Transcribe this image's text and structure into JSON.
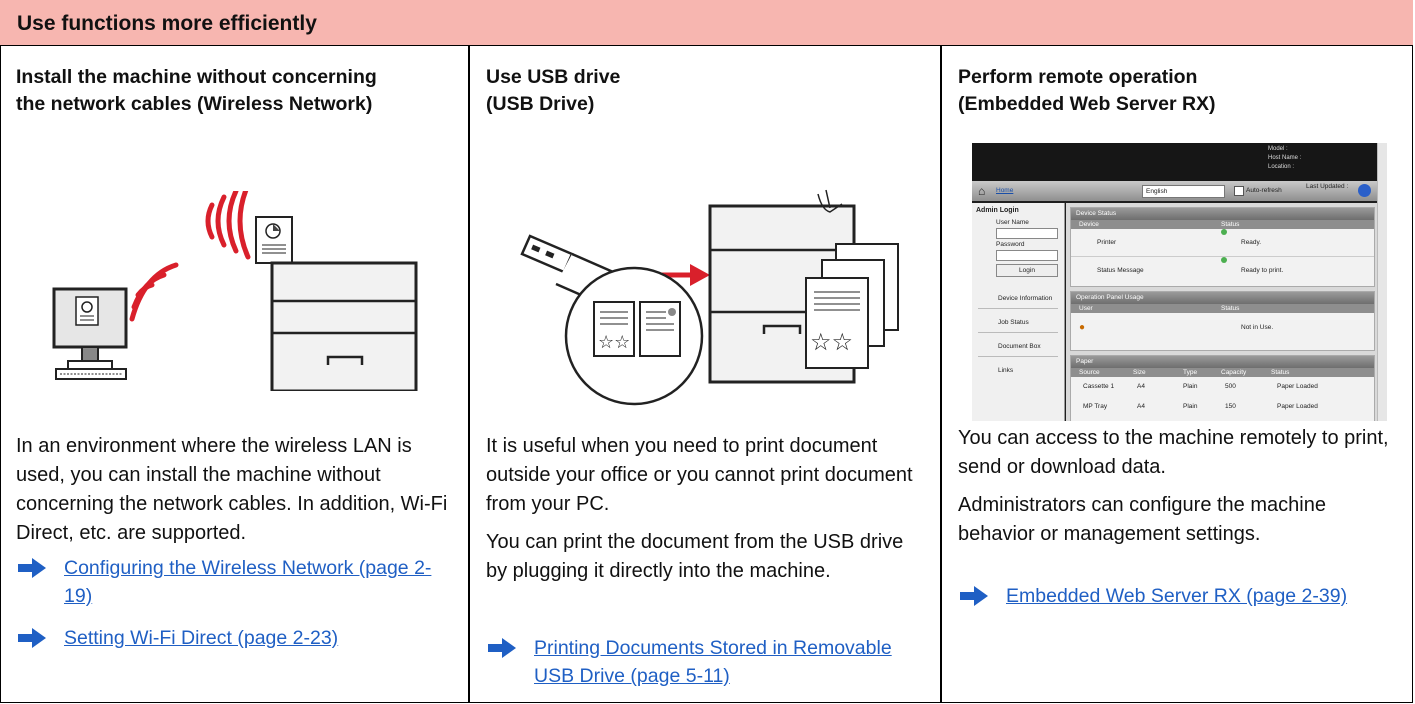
{
  "header": {
    "title": "Use functions more efficiently"
  },
  "columns": [
    {
      "title_line1": "Install the machine without concerning",
      "title_line2": "the network cables (Wireless Network)",
      "paragraphs": [
        "In an environment where the wireless LAN is used, you can install the machine without concerning the network cables. In addition, Wi-Fi Direct, etc. are supported."
      ],
      "links": [
        {
          "text": "Configuring the Wireless Network (page 2-19)"
        },
        {
          "text": "Setting Wi-Fi Direct (page 2-23)"
        }
      ]
    },
    {
      "title_line1": "Use USB drive",
      "title_line2": "(USB Drive)",
      "paragraphs": [
        "It is useful when you need to print document outside your office or you cannot print document from your PC.",
        "You can print the document from the USB drive by plugging it directly into the machine."
      ],
      "links": [
        {
          "text": "Printing Documents Stored in Removable USB Drive (page 5-11)"
        }
      ]
    },
    {
      "title_line1": "Perform remote operation",
      "title_line2": "(Embedded Web Server RX)",
      "paragraphs": [
        "You can access to the machine remotely to print, send or download data.",
        "Administrators can configure the machine behavior or management settings."
      ],
      "links": [
        {
          "text": "Embedded Web Server RX (page 2-39)"
        }
      ]
    }
  ],
  "web_server": {
    "top_info": [
      "Model :",
      "Host Name :",
      "Location :"
    ],
    "home": "Home",
    "language": "English",
    "auto_refresh": "Auto-refresh",
    "last_updated": "Last Updated :",
    "admin_login": "Admin Login",
    "user_name": "User Name",
    "password": "Password",
    "login": "Login",
    "sidebar": [
      "Device Information",
      "Job Status",
      "Document Box",
      "Links"
    ],
    "device_status": {
      "title": "Device Status",
      "col_device": "Device",
      "col_status": "Status",
      "rows": [
        {
          "device": "Printer",
          "status": "Ready."
        },
        {
          "device": "Status Message",
          "status": "Ready to print."
        }
      ]
    },
    "op_panel": {
      "title": "Operation Panel Usage",
      "col_user": "User",
      "col_status": "Status",
      "status": "Not in Use."
    },
    "paper": {
      "title": "Paper",
      "headers": [
        "Source",
        "Size",
        "Type",
        "Capacity",
        "Status"
      ],
      "rows": [
        {
          "source": "Cassette 1",
          "size": "A4",
          "type": "Plain",
          "capacity": "500",
          "status": "Paper Loaded"
        },
        {
          "source": "MP Tray",
          "size": "A4",
          "type": "Plain",
          "capacity": "150",
          "status": "Paper Loaded"
        }
      ]
    }
  },
  "colors": {
    "header_bg": "#f7b6b0",
    "link": "#1f5fc4",
    "wifi": "#d9202b",
    "arrow": "#1f5fc4"
  }
}
